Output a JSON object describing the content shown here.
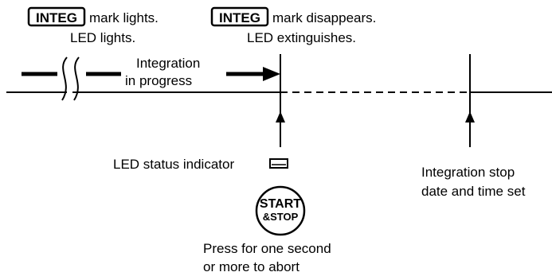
{
  "labels": {
    "start_integ": "INTEG",
    "start_text": "mark lights.",
    "start_led": "LED lights.",
    "stop_integ": "INTEG",
    "stop_text": "mark disappears.",
    "stop_led": "LED extinguishes.",
    "progress_line1": "Integration",
    "progress_line2": "in progress",
    "led_indicator": "LED status indicator",
    "button_line1": "START",
    "button_line2": "&STOP",
    "abort_line1": "Press for one second",
    "abort_line2": "or more to abort",
    "stop_time_line1": "Integration stop",
    "stop_time_line2": "date and time set"
  },
  "icons": {
    "led": "led-rectangle-icon",
    "button": "start-stop-button-icon"
  }
}
